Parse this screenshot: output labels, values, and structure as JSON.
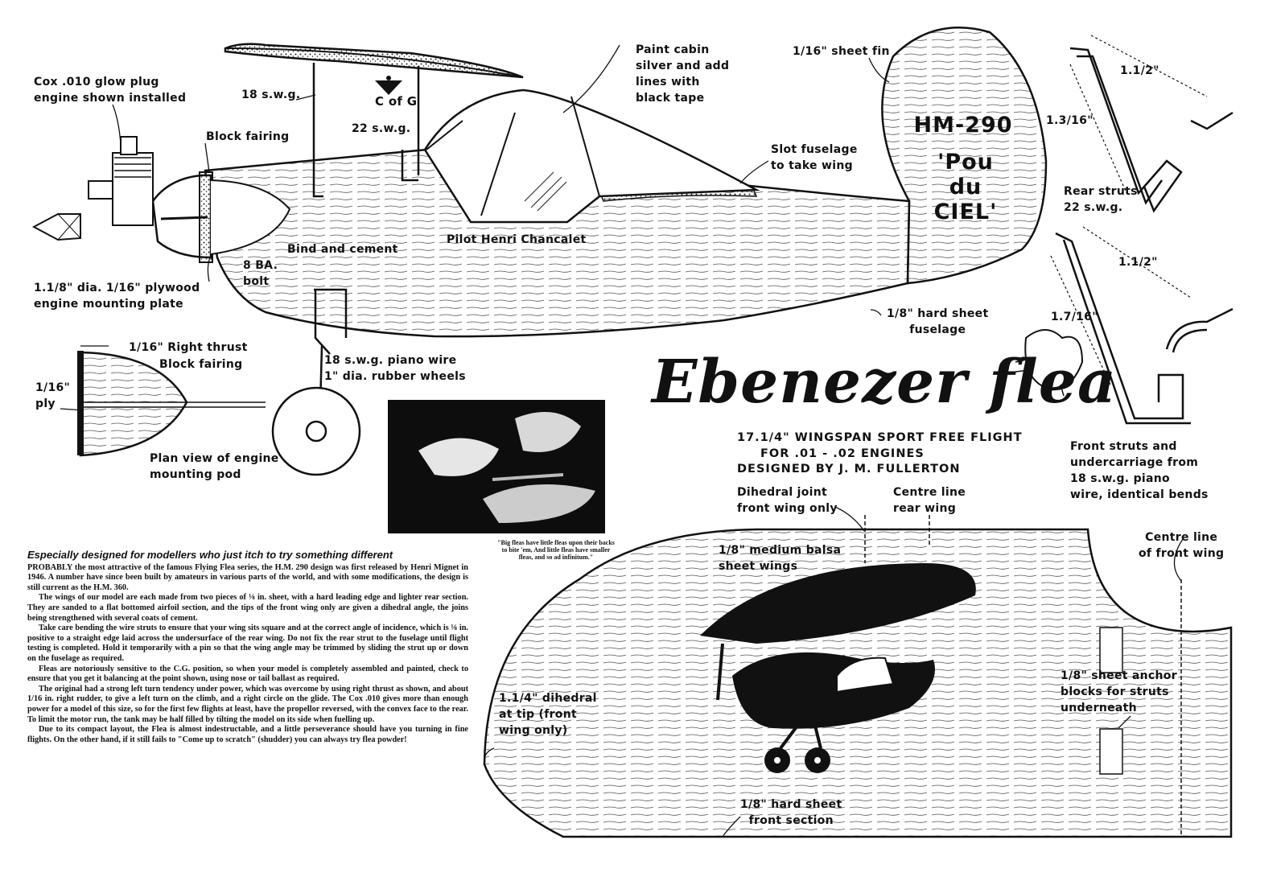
{
  "labels": {
    "engine": [
      "Cox .010 glow plug",
      "engine shown installed"
    ],
    "wire18": "18 s.w.g.",
    "cofg": "C of G",
    "wire22": "22 s.w.g.",
    "block_fairing": "Block fairing",
    "paint": [
      "Paint cabin",
      "silver and add",
      "lines with",
      "black tape"
    ],
    "fin": "1/16\" sheet fin",
    "slot": [
      "Slot fuselage",
      "to take wing"
    ],
    "bind": "Bind and cement",
    "pilot": "Pilot Henri Chancalet",
    "bolt": [
      "8 BA.",
      "bolt"
    ],
    "mount_plate": [
      "1.1/8\" dia. 1/16\" plywood",
      "engine mounting plate"
    ],
    "fuselage_sheet": [
      "1/8\" hard sheet",
      "fuselage"
    ],
    "right_thrust": "1/16\" Right thrust",
    "block_fairing2": "Block fairing",
    "ply": [
      "1/16\"",
      "ply"
    ],
    "plan_view": [
      "Plan view of engine",
      "mounting pod"
    ],
    "piano_wire": [
      "18 s.w.g. piano wire",
      "1\" dia. rubber wheels"
    ],
    "rear_dim_top": "1.1/2\"",
    "rear_dim_side": "1.3/16\"",
    "rear_struts": [
      "Rear struts",
      "22 s.w.g."
    ],
    "front_dim_top": "1.1/2\"",
    "front_dim_side": "1.7/16\"",
    "front_struts": [
      "Front struts and",
      "undercarriage from",
      "18 s.w.g. piano",
      "wire, identical bends"
    ],
    "dihedral_joint": [
      "Dihedral joint",
      "front wing only"
    ],
    "centre_rear": [
      "Centre line",
      "rear wing"
    ],
    "centre_front": [
      "Centre line",
      "of front wing"
    ],
    "balsa": [
      "1/8\" medium balsa",
      "sheet wings"
    ],
    "anchor": [
      "1/8\" sheet anchor",
      "blocks for struts",
      "underneath"
    ],
    "dihedral_tip": [
      "1.1/4\" dihedral",
      "at tip (front",
      "wing only)"
    ],
    "front_section": [
      "1/8\" hard sheet",
      "front section"
    ]
  },
  "fin_text": {
    "model": "HM-290",
    "name": [
      "'Pou",
      "du",
      "CIEL'"
    ]
  },
  "title": "Ebenezer flea",
  "spec": [
    "17.1/4\" WINGSPAN SPORT FREE FLIGHT",
    "FOR .01 - .02 ENGINES",
    "DESIGNED BY  J. M. FULLERTON"
  ],
  "photo_caption": "\"Big fleas have little fleas upon their backs to bite 'em, And little fleas have smaller fleas, and so ad infinitum.\"",
  "article": {
    "lead": "Especially designed for modellers who just itch to try something different",
    "paragraphs": [
      "PROBABLY the most attractive of the famous Flying Flea series, the H.M. 290 design was first released by Henri Mignet in 1946. A number have since been built by amateurs in various parts of the world, and with some modifications, the design is still current as the H.M. 360.",
      "The wings of our model are each made from two pieces of ⅛ in. sheet, with a hard leading edge and lighter rear section. They are sanded to a flat bottomed airfoil section, and the tips of the front wing only are given a dihedral angle, the joins being strengthened with several coats of cement.",
      "Take care bending the wire struts to ensure that your wing sits square and at the correct angle of incidence, which is ⅛ in. positive to a straight edge laid across the undersurface of the rear wing. Do not fix the rear strut to the fuselage until flight testing is completed. Hold it temporarily with a pin so that the wing angle may be trimmed by sliding the strut up or down on the fuselage as required.",
      "Fleas are notoriously sensitive to the C.G. position, so when your model is completely assembled and painted, check to ensure that you get it balancing at the point shown, using nose or tail ballast as required.",
      "The original had a strong left turn tendency under power, which was overcome by using right thrust as shown, and about 1/16 in. right rudder, to give a left turn on the climb, and a right circle on the glide. The Cox .010 gives more than enough power for a model of this size, so for the first few flights at least, have the propellor reversed, with the convex face to the rear. To limit the motor run, the tank may be half filled by tilting the model on its side when fuelling up.",
      "Due to its compact layout, the Flea is almost indestructable, and a little perseverance should have you turning in fine flights. On the other hand, if it still fails to \"Come up to scratch\" (shudder) you can always try flea powder!"
    ]
  }
}
